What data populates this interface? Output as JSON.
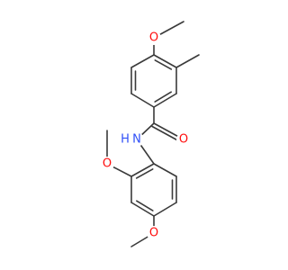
{
  "colors": {
    "background": "#ffffff",
    "bond": "#3a3a3a",
    "oxygen": "#ff0d0d",
    "nitrogen": "#2f4ff7"
  },
  "atoms": {
    "o_methoxy_top": "O",
    "o_carbonyl": "O",
    "n_amide": "N",
    "h_amide": "H",
    "o_methoxy_ortho": "O",
    "o_methoxy_para": "O"
  }
}
